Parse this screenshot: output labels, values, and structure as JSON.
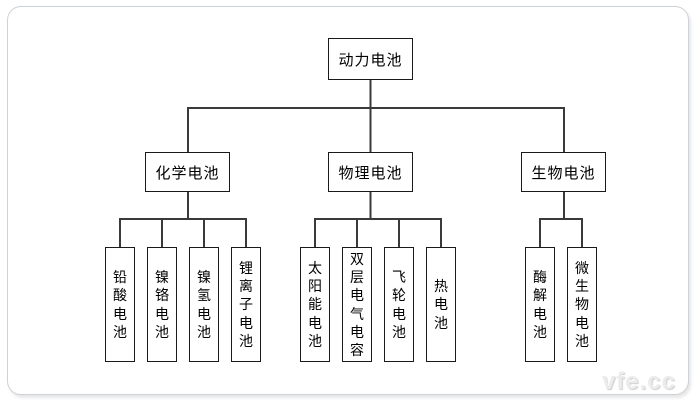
{
  "diagram": {
    "root": {
      "label": "动力电池"
    },
    "branches": [
      {
        "label": "化学电池",
        "children": [
          "铅酸电池",
          "镍铬电池",
          "镍氢电池",
          "锂离子电池"
        ]
      },
      {
        "label": "物理电池",
        "children": [
          "太阳能电池",
          "双层电气电容",
          "飞轮电池",
          "热电池"
        ]
      },
      {
        "label": "生物电池",
        "children": [
          "酶解电池",
          "微生物电池"
        ]
      }
    ]
  },
  "watermark": {
    "text": "vfe.cc"
  },
  "colors": {
    "line": "#3a3a3a",
    "box_border": "#1a1a1a",
    "card_border": "#cdd2d8",
    "background": "#ffffff",
    "watermark": "#ebebeb"
  }
}
